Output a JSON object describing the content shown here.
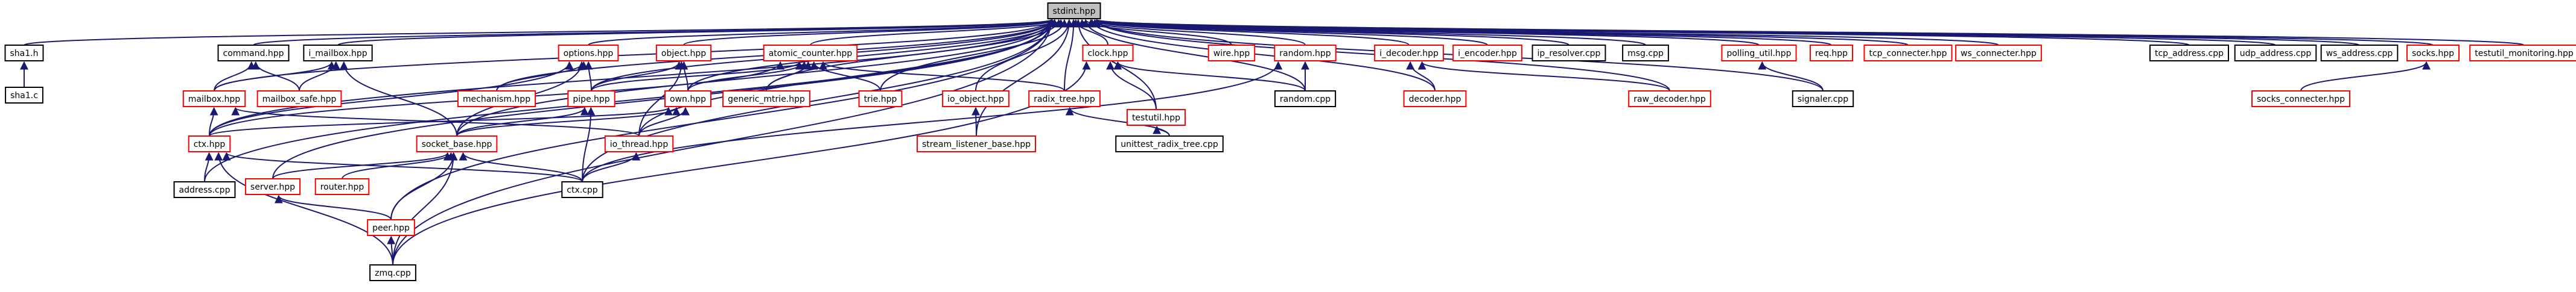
{
  "diagram": {
    "nodes": [
      {
        "id": "root",
        "label": "stdint.hpp",
        "link": false,
        "highlight": true
      },
      {
        "id": "sha1h",
        "label": "sha1.h",
        "link": false
      },
      {
        "id": "sha1c",
        "label": "sha1.c",
        "link": false
      },
      {
        "id": "command",
        "label": "command.hpp",
        "link": false
      },
      {
        "id": "imailbox",
        "label": "i_mailbox.hpp",
        "link": false
      },
      {
        "id": "options",
        "label": "options.hpp",
        "link": true
      },
      {
        "id": "object",
        "label": "object.hpp",
        "link": true
      },
      {
        "id": "atomic",
        "label": "atomic_counter.hpp",
        "link": true
      },
      {
        "id": "clock",
        "label": "clock.hpp",
        "link": true
      },
      {
        "id": "wire",
        "label": "wire.hpp",
        "link": true
      },
      {
        "id": "random",
        "label": "random.hpp",
        "link": true
      },
      {
        "id": "idecoder",
        "label": "i_decoder.hpp",
        "link": true
      },
      {
        "id": "iencoder",
        "label": "i_encoder.hpp",
        "link": true
      },
      {
        "id": "ipres",
        "label": "ip_resolver.cpp",
        "link": false
      },
      {
        "id": "msg",
        "label": "msg.cpp",
        "link": false
      },
      {
        "id": "polling",
        "label": "polling_util.hpp",
        "link": true
      },
      {
        "id": "req",
        "label": "req.hpp",
        "link": true
      },
      {
        "id": "tcpconn",
        "label": "tcp_connecter.hpp",
        "link": true
      },
      {
        "id": "wsconn",
        "label": "ws_connecter.hpp",
        "link": true
      },
      {
        "id": "tcpaddr",
        "label": "tcp_address.cpp",
        "link": false
      },
      {
        "id": "udpaddr",
        "label": "udp_address.cpp",
        "link": false
      },
      {
        "id": "wsaddr",
        "label": "ws_address.cpp",
        "link": false
      },
      {
        "id": "socks",
        "label": "socks.hpp",
        "link": true
      },
      {
        "id": "testmon",
        "label": "testutil_monitoring.hpp",
        "link": true
      },
      {
        "id": "mailbox",
        "label": "mailbox.hpp",
        "link": true
      },
      {
        "id": "mailboxsafe",
        "label": "mailbox_safe.hpp",
        "link": true
      },
      {
        "id": "mechanism",
        "label": "mechanism.hpp",
        "link": true
      },
      {
        "id": "pipe",
        "label": "pipe.hpp",
        "link": true
      },
      {
        "id": "own",
        "label": "own.hpp",
        "link": true
      },
      {
        "id": "genmtrie",
        "label": "generic_mtrie.hpp",
        "link": true
      },
      {
        "id": "trie",
        "label": "trie.hpp",
        "link": true
      },
      {
        "id": "ioobject",
        "label": "io_object.hpp",
        "link": true
      },
      {
        "id": "radix",
        "label": "radix_tree.hpp",
        "link": true
      },
      {
        "id": "testutil",
        "label": "testutil.hpp",
        "link": true
      },
      {
        "id": "randomcpp",
        "label": "random.cpp",
        "link": false
      },
      {
        "id": "decoder",
        "label": "decoder.hpp",
        "link": true
      },
      {
        "id": "rawdecoder",
        "label": "raw_decoder.hpp",
        "link": true
      },
      {
        "id": "signaler",
        "label": "signaler.cpp",
        "link": false
      },
      {
        "id": "socksconn",
        "label": "socks_connecter.hpp",
        "link": true
      },
      {
        "id": "ctxhpp",
        "label": "ctx.hpp",
        "link": true
      },
      {
        "id": "socketbase",
        "label": "socket_base.hpp",
        "link": true
      },
      {
        "id": "iothread",
        "label": "io_thread.hpp",
        "link": true
      },
      {
        "id": "streamlistener",
        "label": "stream_listener_base.hpp",
        "link": true
      },
      {
        "id": "unittestradix",
        "label": "unittest_radix_tree.cpp",
        "link": false
      },
      {
        "id": "address",
        "label": "address.cpp",
        "link": false
      },
      {
        "id": "server",
        "label": "server.hpp",
        "link": true
      },
      {
        "id": "router",
        "label": "router.hpp",
        "link": true
      },
      {
        "id": "ctxcpp",
        "label": "ctx.cpp",
        "link": false
      },
      {
        "id": "peer",
        "label": "peer.hpp",
        "link": true
      },
      {
        "id": "zmq",
        "label": "zmq.cpp",
        "link": false
      }
    ],
    "edges": [
      [
        "sha1h",
        "root"
      ],
      [
        "command",
        "root"
      ],
      [
        "imailbox",
        "root"
      ],
      [
        "options",
        "root"
      ],
      [
        "object",
        "root"
      ],
      [
        "atomic",
        "root"
      ],
      [
        "clock",
        "root"
      ],
      [
        "wire",
        "root"
      ],
      [
        "random",
        "root"
      ],
      [
        "idecoder",
        "root"
      ],
      [
        "iencoder",
        "root"
      ],
      [
        "ipres",
        "root"
      ],
      [
        "msg",
        "root"
      ],
      [
        "polling",
        "root"
      ],
      [
        "req",
        "root"
      ],
      [
        "tcpconn",
        "root"
      ],
      [
        "wsconn",
        "root"
      ],
      [
        "tcpaddr",
        "root"
      ],
      [
        "udpaddr",
        "root"
      ],
      [
        "wsaddr",
        "root"
      ],
      [
        "socks",
        "root"
      ],
      [
        "testmon",
        "root"
      ],
      [
        "mailbox",
        "root"
      ],
      [
        "mechanism",
        "root"
      ],
      [
        "pipe",
        "root"
      ],
      [
        "own",
        "root"
      ],
      [
        "genmtrie",
        "root"
      ],
      [
        "trie",
        "root"
      ],
      [
        "ioobject",
        "root"
      ],
      [
        "radix",
        "root"
      ],
      [
        "testutil",
        "root"
      ],
      [
        "randomcpp",
        "root"
      ],
      [
        "signaler",
        "root"
      ],
      [
        "ctxhpp",
        "root"
      ],
      [
        "socketbase",
        "root"
      ],
      [
        "iothread",
        "root"
      ],
      [
        "streamlistener",
        "root"
      ],
      [
        "address",
        "root"
      ],
      [
        "server",
        "root"
      ],
      [
        "ctxcpp",
        "root"
      ],
      [
        "peer",
        "root"
      ],
      [
        "zmq",
        "root"
      ],
      [
        "rawdecoder",
        "root"
      ],
      [
        "decoder",
        "root"
      ],
      [
        "sha1c",
        "sha1h"
      ],
      [
        "mailbox",
        "command"
      ],
      [
        "mailboxsafe",
        "command"
      ],
      [
        "mailbox",
        "imailbox"
      ],
      [
        "mailboxsafe",
        "imailbox"
      ],
      [
        "socketbase",
        "imailbox"
      ],
      [
        "mechanism",
        "options"
      ],
      [
        "pipe",
        "options"
      ],
      [
        "socketbase",
        "options"
      ],
      [
        "ctxhpp",
        "options"
      ],
      [
        "pipe",
        "object"
      ],
      [
        "own",
        "object"
      ],
      [
        "iothread",
        "object"
      ],
      [
        "pipe",
        "atomic"
      ],
      [
        "own",
        "atomic"
      ],
      [
        "genmtrie",
        "atomic"
      ],
      [
        "trie",
        "atomic"
      ],
      [
        "radix",
        "atomic"
      ],
      [
        "ctxhpp",
        "atomic"
      ],
      [
        "testutil",
        "clock"
      ],
      [
        "randomcpp",
        "clock"
      ],
      [
        "zmq",
        "clock"
      ],
      [
        "randomcpp",
        "random"
      ],
      [
        "ctxcpp",
        "random"
      ],
      [
        "decoder",
        "idecoder"
      ],
      [
        "rawdecoder",
        "idecoder"
      ],
      [
        "signaler",
        "polling"
      ],
      [
        "socksconn",
        "socks"
      ],
      [
        "ctxhpp",
        "mailbox"
      ],
      [
        "iothread",
        "mailbox"
      ],
      [
        "socketbase",
        "pipe"
      ],
      [
        "ctxcpp",
        "pipe"
      ],
      [
        "socketbase",
        "own"
      ],
      [
        "iothread",
        "own"
      ],
      [
        "ctxhpp",
        "own"
      ],
      [
        "streamlistener",
        "ioobject"
      ],
      [
        "unittestradix",
        "radix"
      ],
      [
        "unittestradix",
        "testutil"
      ],
      [
        "address",
        "ctxhpp"
      ],
      [
        "ctxcpp",
        "ctxhpp"
      ],
      [
        "zmq",
        "ctxhpp"
      ],
      [
        "server",
        "socketbase"
      ],
      [
        "router",
        "socketbase"
      ],
      [
        "ctxcpp",
        "socketbase"
      ],
      [
        "peer",
        "socketbase"
      ],
      [
        "zmq",
        "socketbase"
      ],
      [
        "ctxcpp",
        "iothread"
      ],
      [
        "peer",
        "server"
      ],
      [
        "zmq",
        "peer"
      ]
    ]
  }
}
